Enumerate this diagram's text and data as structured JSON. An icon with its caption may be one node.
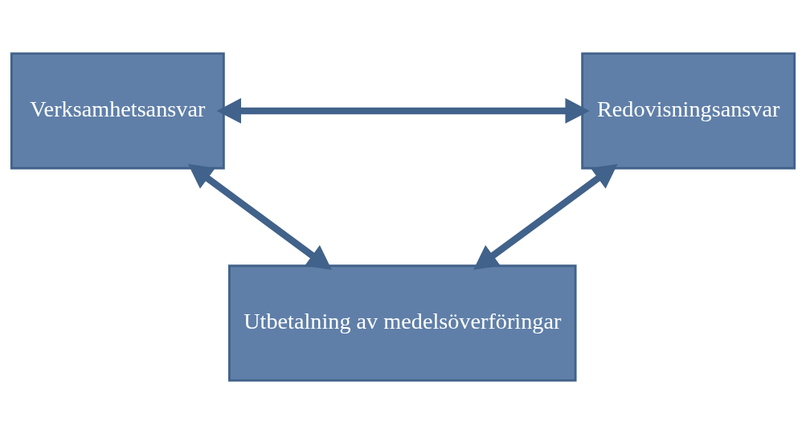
{
  "diagram": {
    "nodes": [
      {
        "text": [
          "Verksamhetsansvar"
        ]
      },
      {
        "text": [
          "Redovisningsansvar"
        ]
      },
      {
        "text": [
          "Utbetalning av medelsöverföringar"
        ]
      }
    ],
    "edges": [
      {
        "from": 0,
        "to": 1,
        "arrow": "both"
      },
      {
        "from": 0,
        "to": 2,
        "arrow": "both"
      },
      {
        "from": 1,
        "to": 2,
        "arrow": "both"
      }
    ]
  }
}
